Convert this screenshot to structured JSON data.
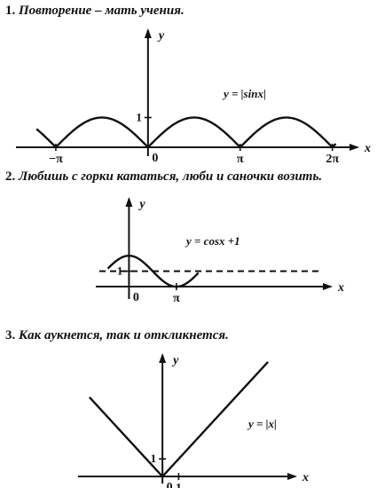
{
  "headings": [
    {
      "num": "1.",
      "text": "Повторение – мать учения."
    },
    {
      "num": "2.",
      "text": "Любишь с горки кататься, люби и саночки возить."
    },
    {
      "num": "3.",
      "text": "Как аукнется, так и откликнется."
    }
  ],
  "chart_data": [
    {
      "type": "line",
      "function": "y = |sinx|",
      "xlabel": "x",
      "ylabel": "y",
      "xlim": [
        -4.5,
        7.2
      ],
      "ylim": [
        -0.3,
        4.0
      ],
      "x_ticks": [
        {
          "value": -3.1416,
          "label": "−π"
        },
        {
          "value": 3.1416,
          "label": "π"
        },
        {
          "value": 6.2832,
          "label": "2π"
        }
      ],
      "y_ticks": [
        {
          "value": 1,
          "label": "1"
        }
      ],
      "origin_label": "0",
      "series": [
        {
          "name": "y = |sinx|",
          "x_range": [
            -3.8,
            6.4
          ]
        }
      ]
    },
    {
      "type": "line",
      "function": "y = cosx +1",
      "xlabel": "x",
      "ylabel": "y",
      "xlim": [
        -2.2,
        13.5
      ],
      "ylim": [
        -0.8,
        5.8
      ],
      "x_ticks": [
        {
          "value": 3.1416,
          "label": "π"
        }
      ],
      "y_ticks": [
        {
          "value": 1,
          "label": "1"
        }
      ],
      "origin_label": "0",
      "dashed_line_y": 1,
      "series": [
        {
          "name": "y = cosx +1",
          "x_range": [
            -1.4,
            4.6
          ]
        }
      ]
    },
    {
      "type": "line",
      "function": "y = |x|",
      "xlabel": "x",
      "ylabel": "y",
      "xlim": [
        -5.2,
        8.3
      ],
      "ylim": [
        -0.4,
        7.0
      ],
      "x_ticks": [
        {
          "value": 1,
          "label": "1"
        }
      ],
      "y_ticks": [
        {
          "value": 1,
          "label": "1"
        }
      ],
      "origin_label": "0",
      "series": [
        {
          "name": "y = |x|",
          "x_range": [
            -4.5,
            6.5
          ]
        }
      ]
    }
  ]
}
